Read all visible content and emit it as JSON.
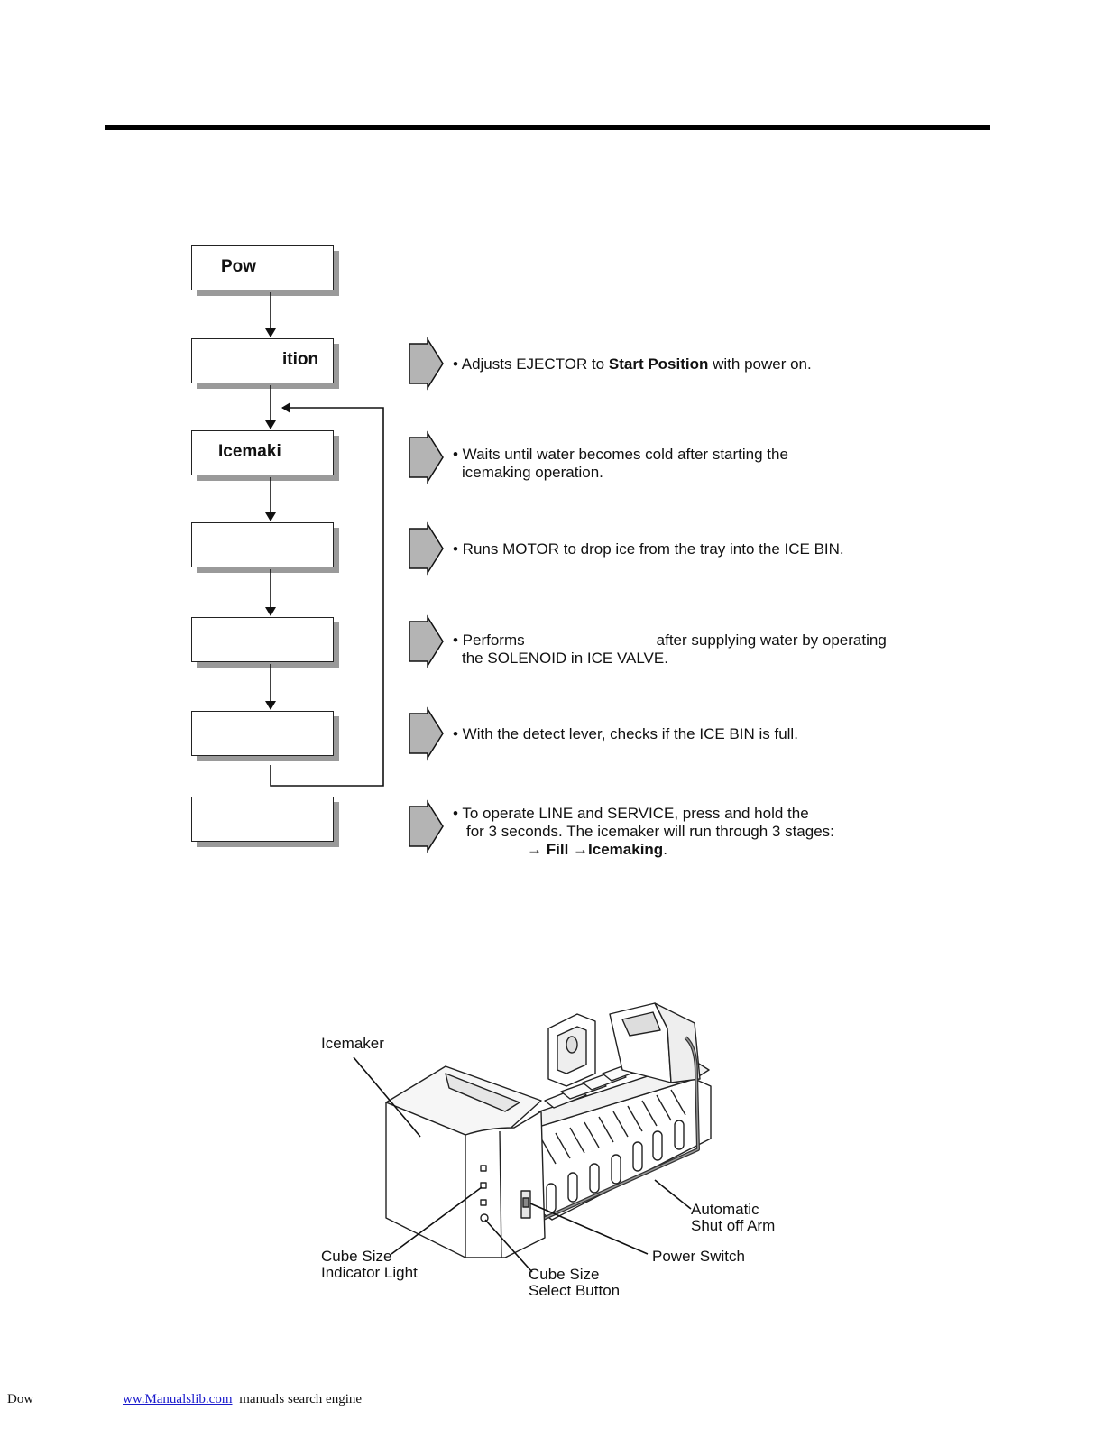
{
  "flowchart": {
    "boxes": [
      {
        "label": "Pow"
      },
      {
        "label": "ition"
      },
      {
        "label": "Icemaki"
      },
      {
        "label": ""
      },
      {
        "label": ""
      },
      {
        "label": ""
      },
      {
        "label": ""
      }
    ],
    "descriptions": {
      "d1": {
        "prefix": "• Adjusts EJECTOR to ",
        "bold": "Start Position",
        "suffix": " with power on."
      },
      "d2": {
        "line1": "• Waits until water becomes cold after starting the",
        "line2": "icemaking operation."
      },
      "d3": {
        "line1": "• Runs MOTOR to drop ice from the tray into the ICE BIN."
      },
      "d4": {
        "part1": "• Performs",
        "part2": "after supplying water by operating",
        "line2": "the SOLENOID in ICE VALVE."
      },
      "d5": {
        "line1": "• With the detect lever, checks if the ICE BIN is full."
      },
      "d6": {
        "line1": "• To operate LINE and SERVICE, press and hold the",
        "line2": "for 3 seconds. The icemaker will run through 3 stages:",
        "arrow1": "→",
        "bold1": "Fill",
        "arrow2": "→",
        "bold2": "Icemaking",
        "end": "."
      }
    }
  },
  "diagram": {
    "labels": {
      "icemaker": "Icemaker",
      "arm_line1": "Automatic",
      "arm_line2": "Shut off Arm",
      "power_switch": "Power Switch",
      "indicator_line1": "Cube Size",
      "indicator_line2": "Indicator Light",
      "select_line1": "Cube Size",
      "select_line2": "Select Button"
    }
  },
  "footer": {
    "prefix": "Dow",
    "link": "ww.Manualslib.com",
    "suffix": "manuals search engine"
  },
  "colors": {
    "arrow_fill": "#b4b4b4",
    "shadow": "#9a9a9a",
    "link": "#1a1acc"
  }
}
